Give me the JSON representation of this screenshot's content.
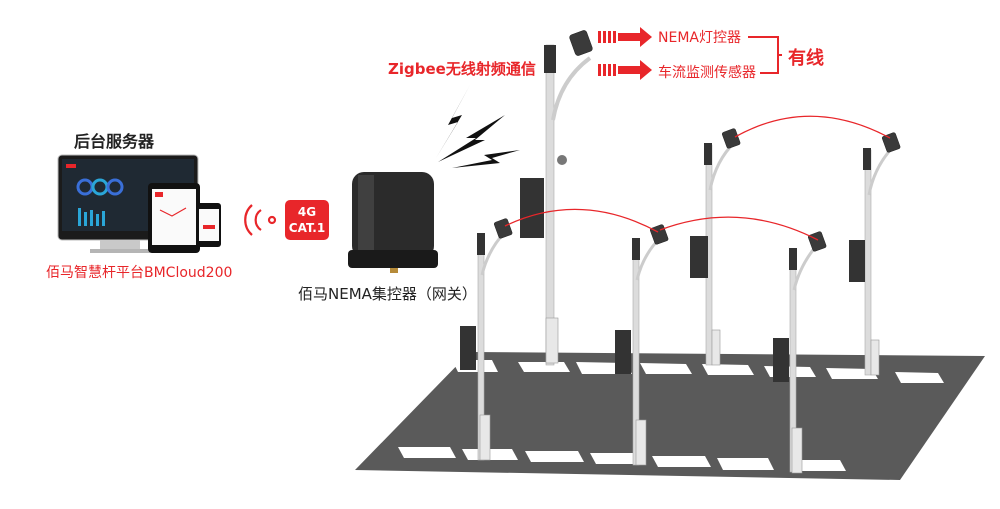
{
  "server": {
    "title": "后台服务器",
    "platform_label": "佰马智慧杆平台BMCloud200"
  },
  "uplink": {
    "badge_line1": "4G",
    "badge_line2": "CAT.1",
    "badge_color": "#e8262a"
  },
  "gateway": {
    "label": "佰马NEMA集控器（网关）"
  },
  "wireless": {
    "label": "Zigbee无线射频通信"
  },
  "wired": {
    "item1": "NEMA灯控器",
    "item2": "车流监测传感器",
    "group_label": "有线"
  },
  "colors": {
    "accent_red": "#e8262a",
    "ground": "#5a5a5a",
    "pole": "#d8d8d8",
    "screen": "#333333"
  }
}
